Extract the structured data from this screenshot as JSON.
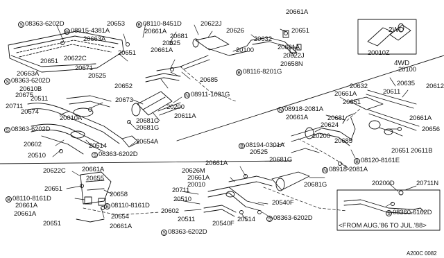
{
  "drive_labels": {
    "two_wd": "2WD",
    "four_wd": "4WD"
  },
  "inset_part": "20010Z",
  "footnote": "<FROM AUG.'86 TO JUL.'88>",
  "diagram_code": "A200C 0082",
  "callouts": [
    {
      "id": "s-08363-6202d-a",
      "prefix": "S",
      "text": "08363-6202D"
    },
    {
      "id": "w-08915-4381a",
      "prefix": "W",
      "text": "08915-4381A"
    },
    {
      "id": "p-20653",
      "prefix": "",
      "text": "20653"
    },
    {
      "id": "b-08110-8451d",
      "prefix": "B",
      "text": "08110-8451D"
    },
    {
      "id": "p-20622j",
      "prefix": "",
      "text": "20622J"
    },
    {
      "id": "p-20661a-a",
      "prefix": "",
      "text": "20661A"
    },
    {
      "id": "p-20651-a",
      "prefix": "",
      "text": "20651"
    },
    {
      "id": "p-20663a-a",
      "prefix": "",
      "text": "20663A"
    },
    {
      "id": "p-20661a-b",
      "prefix": "",
      "text": "20661A"
    },
    {
      "id": "p-20681-a",
      "prefix": "",
      "text": "20681"
    },
    {
      "id": "p-20626",
      "prefix": "",
      "text": "20626"
    },
    {
      "id": "p-20632-a",
      "prefix": "",
      "text": "20632"
    },
    {
      "id": "p-20661a-c",
      "prefix": "",
      "text": "20661A"
    },
    {
      "id": "p-20625",
      "prefix": "",
      "text": "20625"
    },
    {
      "id": "p-20651-b",
      "prefix": "",
      "text": "20651"
    },
    {
      "id": "p-20661a-d",
      "prefix": "",
      "text": "20661A"
    },
    {
      "id": "p-20100-a",
      "prefix": "",
      "text": "20100"
    },
    {
      "id": "p-20622j-b",
      "prefix": "",
      "text": "20622J"
    },
    {
      "id": "p-20658n",
      "prefix": "",
      "text": "20658N"
    },
    {
      "id": "b-08116-8201g",
      "prefix": "B",
      "text": "08116-8201G"
    },
    {
      "id": "p-20622c-a",
      "prefix": "",
      "text": "20622C"
    },
    {
      "id": "p-20651-c",
      "prefix": "",
      "text": "20651"
    },
    {
      "id": "p-20671",
      "prefix": "",
      "text": "20671"
    },
    {
      "id": "p-20663a-b",
      "prefix": "",
      "text": "20663A"
    },
    {
      "id": "p-20525-a",
      "prefix": "",
      "text": "20525"
    },
    {
      "id": "p-20685-a",
      "prefix": "",
      "text": "20685"
    },
    {
      "id": "s-08363-6202d-b",
      "prefix": "S",
      "text": "08363-6202D"
    },
    {
      "id": "p-20610b",
      "prefix": "",
      "text": "20610B"
    },
    {
      "id": "p-20652",
      "prefix": "",
      "text": "20652"
    },
    {
      "id": "p-20675",
      "prefix": "",
      "text": "20675"
    },
    {
      "id": "n-08911-1081g",
      "prefix": "N",
      "text": "08911-1081G"
    },
    {
      "id": "p-20511-a",
      "prefix": "",
      "text": "20511"
    },
    {
      "id": "p-20673",
      "prefix": "",
      "text": "20673"
    },
    {
      "id": "p-20711-a",
      "prefix": "",
      "text": "20711"
    },
    {
      "id": "p-20200-a",
      "prefix": "",
      "text": "20200"
    },
    {
      "id": "p-20674",
      "prefix": "",
      "text": "20674"
    },
    {
      "id": "p-20611a-a",
      "prefix": "",
      "text": "20611A"
    },
    {
      "id": "p-20010a",
      "prefix": "",
      "text": "20010A"
    },
    {
      "id": "p-20681g-a",
      "prefix": "",
      "text": "20681G"
    },
    {
      "id": "s-08363-6202d-c",
      "prefix": "S",
      "text": "08363-6202D"
    },
    {
      "id": "p-20681g-b",
      "prefix": "",
      "text": "20681G"
    },
    {
      "id": "p-20602-a",
      "prefix": "",
      "text": "20602"
    },
    {
      "id": "p-20654a",
      "prefix": "",
      "text": "20654A"
    },
    {
      "id": "p-20514-a",
      "prefix": "",
      "text": "20514"
    },
    {
      "id": "p-20510-a",
      "prefix": "",
      "text": "20510"
    },
    {
      "id": "s-08363-6202d-d",
      "prefix": "S",
      "text": "08363-6202D"
    },
    {
      "id": "p-20100-b",
      "prefix": "",
      "text": "20100"
    },
    {
      "id": "p-20632-b",
      "prefix": "",
      "text": "20632"
    },
    {
      "id": "p-20635",
      "prefix": "",
      "text": "20635"
    },
    {
      "id": "p-20611",
      "prefix": "",
      "text": "20611"
    },
    {
      "id": "p-20612",
      "prefix": "",
      "text": "20612"
    },
    {
      "id": "p-20661a-e",
      "prefix": "",
      "text": "20661A"
    },
    {
      "id": "p-20651-d",
      "prefix": "",
      "text": "20651"
    },
    {
      "id": "n-08918-2081a-a",
      "prefix": "N",
      "text": "08918-2081A"
    },
    {
      "id": "p-20661a-f",
      "prefix": "",
      "text": "20661A"
    },
    {
      "id": "p-20681-b",
      "prefix": "",
      "text": "20681"
    },
    {
      "id": "p-20624",
      "prefix": "",
      "text": "20624"
    },
    {
      "id": "p-20661a-g",
      "prefix": "",
      "text": "20661A"
    },
    {
      "id": "p-20656",
      "prefix": "",
      "text": "20656"
    },
    {
      "id": "p-20200-b",
      "prefix": "",
      "text": "20200"
    },
    {
      "id": "b-08194-0301a",
      "prefix": "B",
      "text": "08194-0301A"
    },
    {
      "id": "p-20685-b",
      "prefix": "",
      "text": "20685"
    },
    {
      "id": "p-20651-e",
      "prefix": "",
      "text": "20651"
    },
    {
      "id": "p-20611b",
      "prefix": "",
      "text": "20611B"
    },
    {
      "id": "p-20525-b",
      "prefix": "",
      "text": "20525"
    },
    {
      "id": "b-08120-8161e",
      "prefix": "B",
      "text": "08120-8161E"
    },
    {
      "id": "p-20681g-c",
      "prefix": "",
      "text": "20681G"
    },
    {
      "id": "n-08918-2081a-b",
      "prefix": "N",
      "text": "08918-2081A"
    },
    {
      "id": "p-20661a-h",
      "prefix": "",
      "text": "20661A"
    },
    {
      "id": "p-20626m",
      "prefix": "",
      "text": "20626M"
    },
    {
      "id": "p-20661a-i",
      "prefix": "",
      "text": "20661A"
    },
    {
      "id": "p-20622c-b",
      "prefix": "",
      "text": "20622C"
    },
    {
      "id": "p-20661a-j",
      "prefix": "",
      "text": "20661A"
    },
    {
      "id": "p-20655",
      "prefix": "",
      "text": "20655"
    },
    {
      "id": "p-20681g-d",
      "prefix": "",
      "text": "20681G"
    },
    {
      "id": "p-20010",
      "prefix": "",
      "text": "20010"
    },
    {
      "id": "p-20711-b",
      "prefix": "",
      "text": "20711"
    },
    {
      "id": "p-20200d",
      "prefix": "",
      "text": "20200D"
    },
    {
      "id": "p-20711n",
      "prefix": "",
      "text": "20711N"
    },
    {
      "id": "p-20651-f",
      "prefix": "",
      "text": "20651"
    },
    {
      "id": "b-08110-8161d-a",
      "prefix": "B",
      "text": "08110-8161D"
    },
    {
      "id": "p-20658",
      "prefix": "",
      "text": "20658"
    },
    {
      "id": "b-08110-8161d-b",
      "prefix": "B",
      "text": "08110-8161D"
    },
    {
      "id": "p-20510-b",
      "prefix": "",
      "text": "20510"
    },
    {
      "id": "p-20540f-a",
      "prefix": "",
      "text": "20540F"
    },
    {
      "id": "p-20602-b",
      "prefix": "",
      "text": "20602"
    },
    {
      "id": "s-08360-6162d",
      "prefix": "S",
      "text": "08360-6162D"
    },
    {
      "id": "p-20661a-k",
      "prefix": "",
      "text": "20661A"
    },
    {
      "id": "p-20654",
      "prefix": "",
      "text": "20654"
    },
    {
      "id": "p-20511-b",
      "prefix": "",
      "text": "20511"
    },
    {
      "id": "p-20514-b",
      "prefix": "",
      "text": "20514"
    },
    {
      "id": "s-08363-6202d-e",
      "prefix": "S",
      "text": "08363-6202D"
    },
    {
      "id": "p-20661a-l",
      "prefix": "",
      "text": "20661A"
    },
    {
      "id": "p-20540f-b",
      "prefix": "",
      "text": "20540F"
    },
    {
      "id": "p-20651-g",
      "prefix": "",
      "text": "20651"
    },
    {
      "id": "p-20661a-m",
      "prefix": "",
      "text": "20661A"
    },
    {
      "id": "s-08363-6202d-f",
      "prefix": "S",
      "text": "08363-6202D"
    }
  ]
}
